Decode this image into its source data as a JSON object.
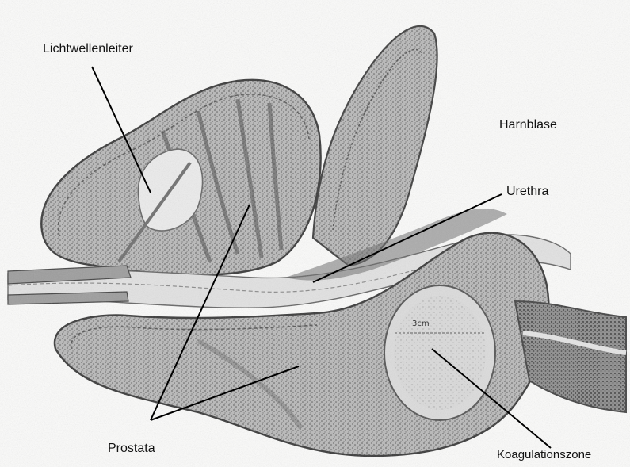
{
  "labels": {
    "lichtwellenleiter": "Lichtwellenleiter",
    "harnblase": "Harnblase",
    "urethra": "Urethra",
    "prostata": "Prostata",
    "koagulationszone": "Koagulationszone",
    "scale": "3cm"
  },
  "colors": {
    "tissue_dark": "#555555",
    "tissue_mid": "#8a8a8a",
    "tissue_light": "#c9c9c9",
    "background": "#fbfbfa",
    "leader_line": "#000000"
  }
}
